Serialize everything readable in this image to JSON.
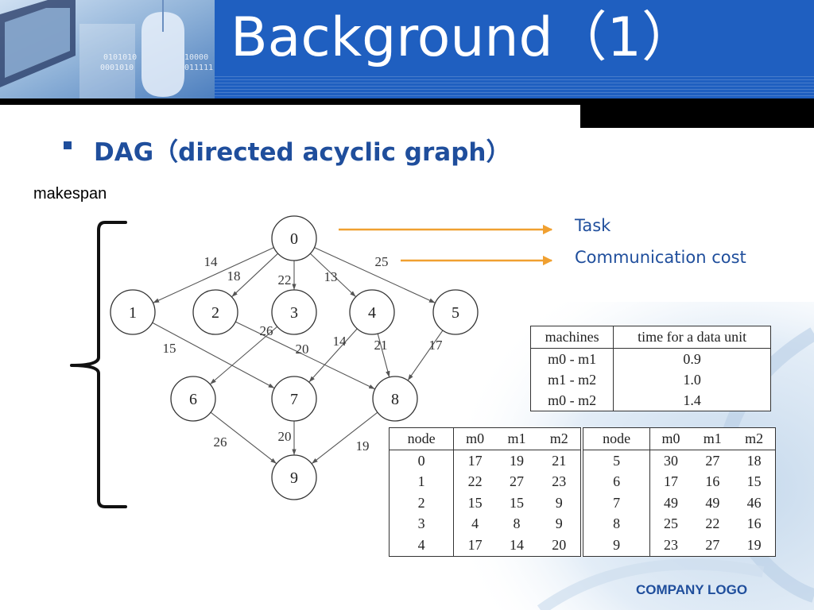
{
  "header": {
    "title": "Background（1）"
  },
  "heading": {
    "text": "DAG（directed acyclic graph）"
  },
  "makespan_label": "makespan",
  "legend": {
    "task": "Task",
    "comm": "Communication cost"
  },
  "graph": {
    "nodes": [
      "0",
      "1",
      "2",
      "3",
      "4",
      "5",
      "6",
      "7",
      "8",
      "9"
    ],
    "edges": [
      {
        "from": "0",
        "to": "1",
        "weight": "14"
      },
      {
        "from": "0",
        "to": "2",
        "weight": "18"
      },
      {
        "from": "0",
        "to": "3",
        "weight": "22"
      },
      {
        "from": "0",
        "to": "4",
        "weight": "13"
      },
      {
        "from": "0",
        "to": "5",
        "weight": "25"
      },
      {
        "from": "1",
        "to": "7",
        "weight": "15"
      },
      {
        "from": "2",
        "to": "8",
        "weight": "20"
      },
      {
        "from": "3",
        "to": "6",
        "weight": "26"
      },
      {
        "from": "4",
        "to": "7",
        "weight": "14"
      },
      {
        "from": "4",
        "to": "8",
        "weight": "21"
      },
      {
        "from": "5",
        "to": "8",
        "weight": "17"
      },
      {
        "from": "6",
        "to": "9",
        "weight": "26"
      },
      {
        "from": "7",
        "to": "9",
        "weight": "20"
      },
      {
        "from": "8",
        "to": "9",
        "weight": "19"
      }
    ]
  },
  "machines_table": {
    "headers": [
      "machines",
      "time for a data unit"
    ],
    "rows": [
      [
        "m0 - m1",
        "0.9"
      ],
      [
        "m1 - m2",
        "1.0"
      ],
      [
        "m0 - m2",
        "1.4"
      ]
    ]
  },
  "nodes_table": {
    "headers": [
      "node",
      "m0",
      "m1",
      "m2",
      "node",
      "m0",
      "m1",
      "m2"
    ],
    "rows": [
      [
        "0",
        "17",
        "19",
        "21",
        "5",
        "30",
        "27",
        "18"
      ],
      [
        "1",
        "22",
        "27",
        "23",
        "6",
        "17",
        "16",
        "15"
      ],
      [
        "2",
        "15",
        "15",
        "9",
        "7",
        "49",
        "49",
        "46"
      ],
      [
        "3",
        "4",
        "8",
        "9",
        "8",
        "25",
        "22",
        "16"
      ],
      [
        "4",
        "17",
        "14",
        "20",
        "9",
        "23",
        "27",
        "19"
      ]
    ]
  },
  "footer": {
    "logo": "COMPANY LOGO"
  },
  "colors": {
    "header_blue": "#1f5fc0",
    "text_blue": "#1f4e9c",
    "arrow_orange": "#f0a030"
  }
}
